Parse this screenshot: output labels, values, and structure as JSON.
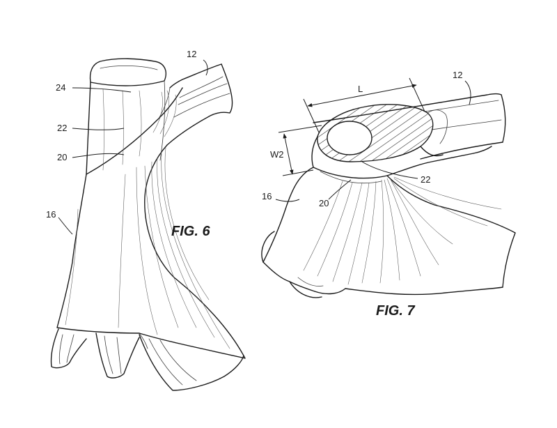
{
  "figures": [
    {
      "title": "FIG. 6",
      "refs": {
        "r12": "12",
        "r24": "24",
        "r22": "22",
        "r20": "20",
        "r16": "16"
      }
    },
    {
      "title": "FIG. 7",
      "refs": {
        "r12": "12",
        "r22": "22",
        "r20": "20",
        "r16": "16"
      },
      "dims": {
        "length": "L",
        "width": "W2"
      }
    }
  ]
}
